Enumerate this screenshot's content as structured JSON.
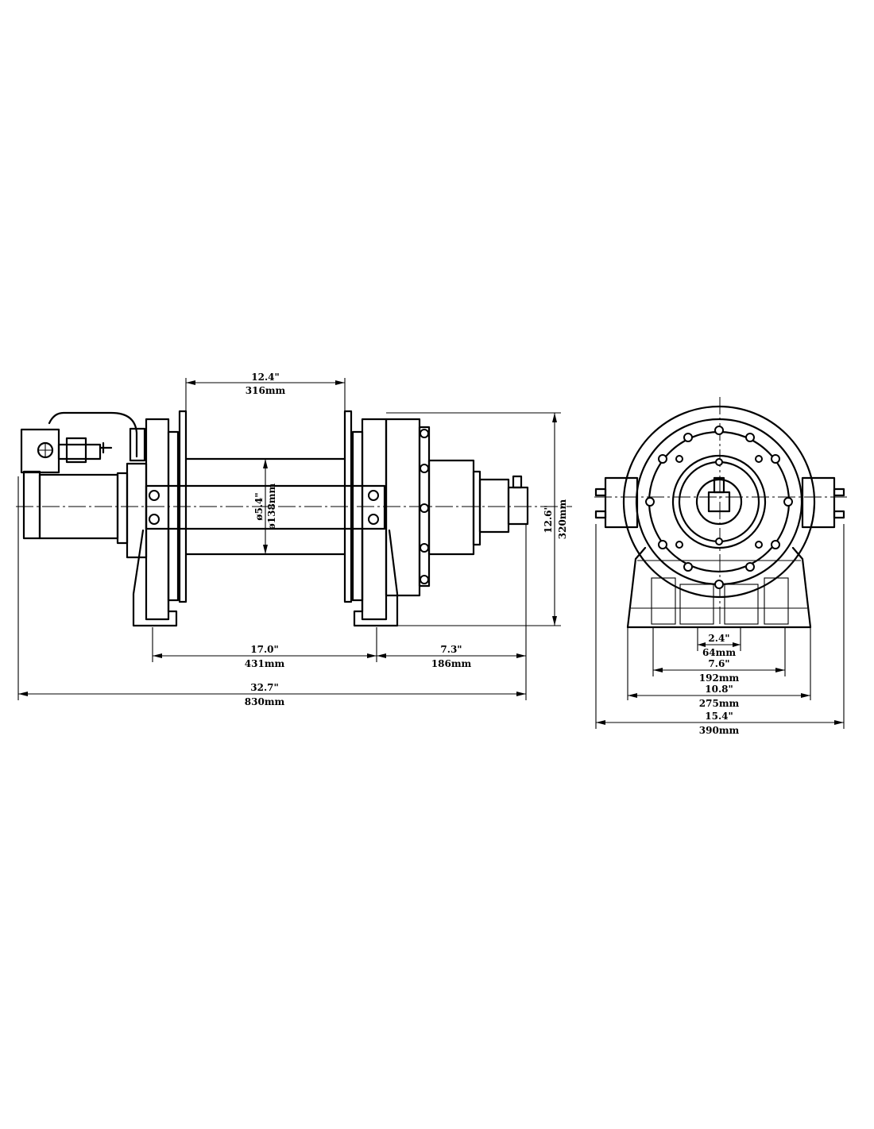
{
  "side_view": {
    "dims": {
      "drum_length_in": "12.4\"",
      "drum_length_mm": "316mm",
      "height_in": "12.6\"",
      "height_mm": "320mm",
      "drum_dia_in": "ø5.4\"",
      "drum_dia_mm": "ø138mm",
      "base_span_in": "17.0\"",
      "base_span_mm": "431mm",
      "gear_end_in": "7.3\"",
      "gear_end_mm": "186mm",
      "overall_in": "32.7\"",
      "overall_mm": "830mm"
    }
  },
  "end_view": {
    "dims": {
      "d1_in": "2.4\"",
      "d1_mm": "64mm",
      "d2_in": "7.6\"",
      "d2_mm": "192mm",
      "d3_in": "10.8\"",
      "d3_mm": "275mm",
      "d4_in": "15.4\"",
      "d4_mm": "390mm"
    }
  }
}
